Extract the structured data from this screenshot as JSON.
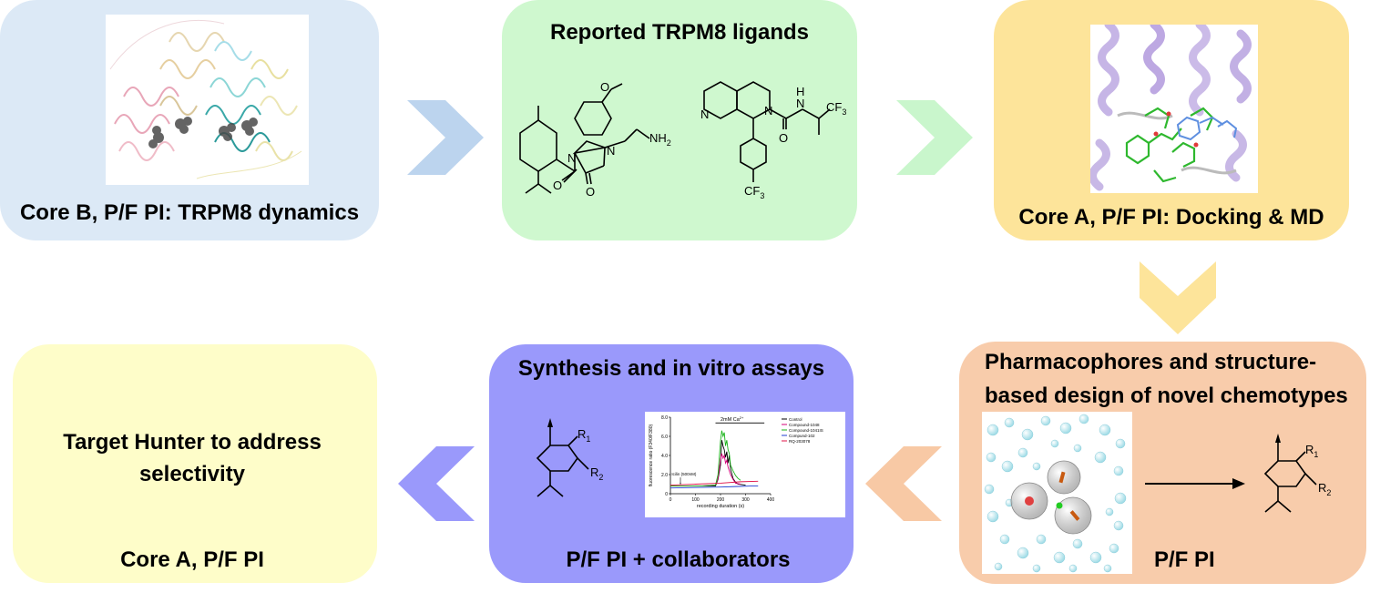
{
  "colors": {
    "box1": "#dce9f6",
    "box2": "#cff8cf",
    "box3": "#fde49a",
    "box4": "#f8ccab",
    "box5": "#9a99fb",
    "box6": "#fefdc9",
    "arrow_blue": "#bcd4ee",
    "arrow_green": "#c9f6cc",
    "arrow_yellow": "#fde49a",
    "arrow_orange": "#f8c9a5",
    "arrow_purple": "#9a99fb"
  },
  "boxes": {
    "dynamics": {
      "label": "Core B, P/F PI: TRPM8 dynamics"
    },
    "ligands": {
      "title": "Reported TRPM8 ligands",
      "chem_labels": {
        "nh2": "NH",
        "nh2_sub": "2",
        "n1": "N",
        "n2": "N",
        "o1": "O",
        "o2": "O",
        "o3": "O",
        "n3": "N",
        "n4": "N",
        "n5": "N",
        "h": "H",
        "o4": "O",
        "cf3a": "CF",
        "cf3a_sub": "3",
        "cf3b": "CF",
        "cf3b_sub": "3"
      }
    },
    "docking": {
      "label": "Core A, P/F PI: Docking & MD"
    },
    "pharmacophores": {
      "title_line1": "Pharmacophores and structure-",
      "title_line2": "based design of novel chemotypes",
      "footer": "P/F PI",
      "chem_labels": {
        "r1": "R",
        "r1_sub": "1",
        "r2": "R",
        "r2_sub": "2"
      }
    },
    "synthesis": {
      "title": "Synthesis and in vitro assays",
      "footer": "P/F PI + collaborators",
      "chem_labels": {
        "r1": "R",
        "r1_sub": "1",
        "r2": "R",
        "r2_sub": "2"
      }
    },
    "target_hunter": {
      "title_line1": "Target Hunter to address",
      "title_line2": "selectivity",
      "footer": "Core A, P/F PI"
    }
  },
  "chart_data": {
    "type": "line",
    "ylabel": "fluorescence ratio (F340/F380)",
    "xlabel": "recording duration (s)",
    "xlim": [
      0,
      400
    ],
    "ylim": [
      0,
      8
    ],
    "x_ticks": [
      "0",
      "100",
      "200",
      "300",
      "400"
    ],
    "y_ticks": [
      "0",
      "2.0",
      "4.0",
      "6.0",
      "8.0"
    ],
    "annotations": {
      "calcium": "2mM Ca",
      "calcium_sup": "2+",
      "icilin": "Icilin (500nM)"
    },
    "series": [
      {
        "name": "Control",
        "color": "#000000",
        "x": [
          0,
          40,
          120,
          180,
          190,
          200,
          205,
          210,
          215,
          220,
          225,
          230,
          235,
          240,
          250,
          260,
          270,
          300
        ],
        "y": [
          0.8,
          0.8,
          0.8,
          0.8,
          1.5,
          3,
          5.6,
          5,
          4.6,
          3.8,
          4.4,
          3.2,
          4.0,
          2.6,
          1.6,
          1.2,
          1.0,
          0.9
        ]
      },
      {
        "name": "Compound-1048",
        "color": "#d4007a",
        "x": [
          0,
          40,
          120,
          180,
          190,
          200,
          205,
          210,
          215,
          220,
          225,
          230,
          240,
          250,
          260,
          280
        ],
        "y": [
          0.8,
          0.8,
          0.8,
          0.9,
          1.6,
          3.6,
          4.2,
          3.7,
          4.0,
          3.2,
          3.5,
          2.8,
          2.0,
          1.5,
          1.1,
          1.0
        ]
      },
      {
        "name": "Compound-1041IS",
        "color": "#19b319",
        "x": [
          0,
          40,
          120,
          180,
          190,
          200,
          205,
          210,
          215,
          220,
          225,
          230,
          235,
          240,
          250,
          260,
          270,
          280
        ],
        "y": [
          0.8,
          0.8,
          0.8,
          0.9,
          2.0,
          5.5,
          6.6,
          6.0,
          6.4,
          5.0,
          5.6,
          4.6,
          4.2,
          3.0,
          2.4,
          1.9,
          1.6,
          1.4
        ]
      },
      {
        "name": "Compund-102",
        "color": "#1f3fd0",
        "x": [
          0,
          100,
          200,
          260,
          320,
          350
        ],
        "y": [
          0.6,
          0.65,
          0.7,
          0.75,
          0.8,
          0.8
        ]
      },
      {
        "name": "RQ-203078",
        "color": "#e0144a",
        "x": [
          0,
          100,
          200,
          280,
          350
        ],
        "y": [
          0.9,
          1.0,
          1.1,
          1.25,
          1.3
        ]
      }
    ]
  }
}
